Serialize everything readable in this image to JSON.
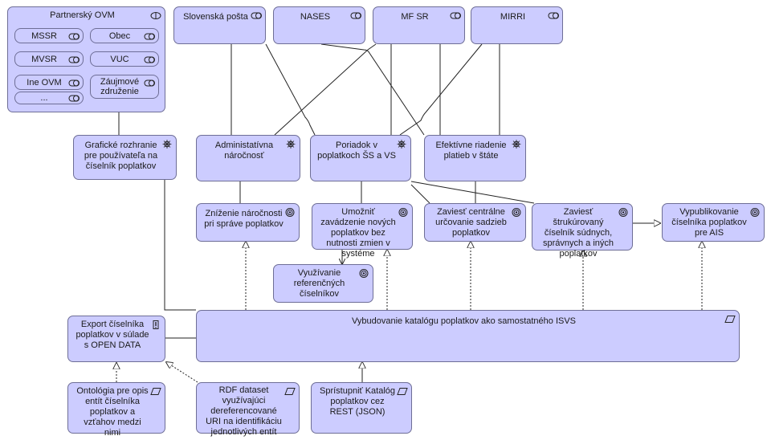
{
  "diagram": {
    "partners": {
      "title": "Partnerský OVM",
      "members": [
        "MSSR",
        "Obec",
        "MVSR",
        "VUC",
        "Ine OVM",
        "Záujmové združenie",
        "..."
      ]
    },
    "stakeholders": [
      "Slovenská pošta",
      "NASES",
      "MF SR",
      "MIRRI"
    ],
    "drivers": [
      "Grafické rozhranie pre používateľa na číselník poplatkov",
      "Administatívna náročnosť",
      "Poriadok v poplatkoch ŠS a VS",
      "Efektívne riadenie platieb v štáte"
    ],
    "goals": [
      "Zníženie náročnosti pri správe poplatkov",
      "Umožniť zavádzenie nových poplatkov bez nutnosti zmien v systéme",
      "Zaviesť centrálne určovanie sadzieb poplatkov",
      "Zaviesť štrukúrovaný číselník súdnych, správnych a iných poplatkov",
      "Vypublikovanie číselníka poplatkov pre AIS",
      "Využívanie referenčných číselníkov"
    ],
    "work_package": "Vybudovanie katalógu poplatkov ako samostatného ISVS",
    "requirement": "Export číselníka poplatkov v súlade s OPEN DATA",
    "deliverables": [
      "Ontológia pre opis entít číselníka poplatkov a vzťahov medzi nimi",
      "RDF dataset využívajúci dereferencované URI na identifikáciu jednotlivých entít",
      "Sprístupniť Katalóg poplatkov cez REST (JSON)"
    ],
    "icons": {
      "stakeholder": "stakeholder-icon",
      "driver": "driver-icon",
      "goal": "goal-icon",
      "work_package": "work-package-icon",
      "requirement": "requirement-icon",
      "deliverable": "deliverable-icon"
    },
    "colors": {
      "fill": "#ccccff",
      "border": "#6e6e96",
      "line": "#222222"
    }
  }
}
